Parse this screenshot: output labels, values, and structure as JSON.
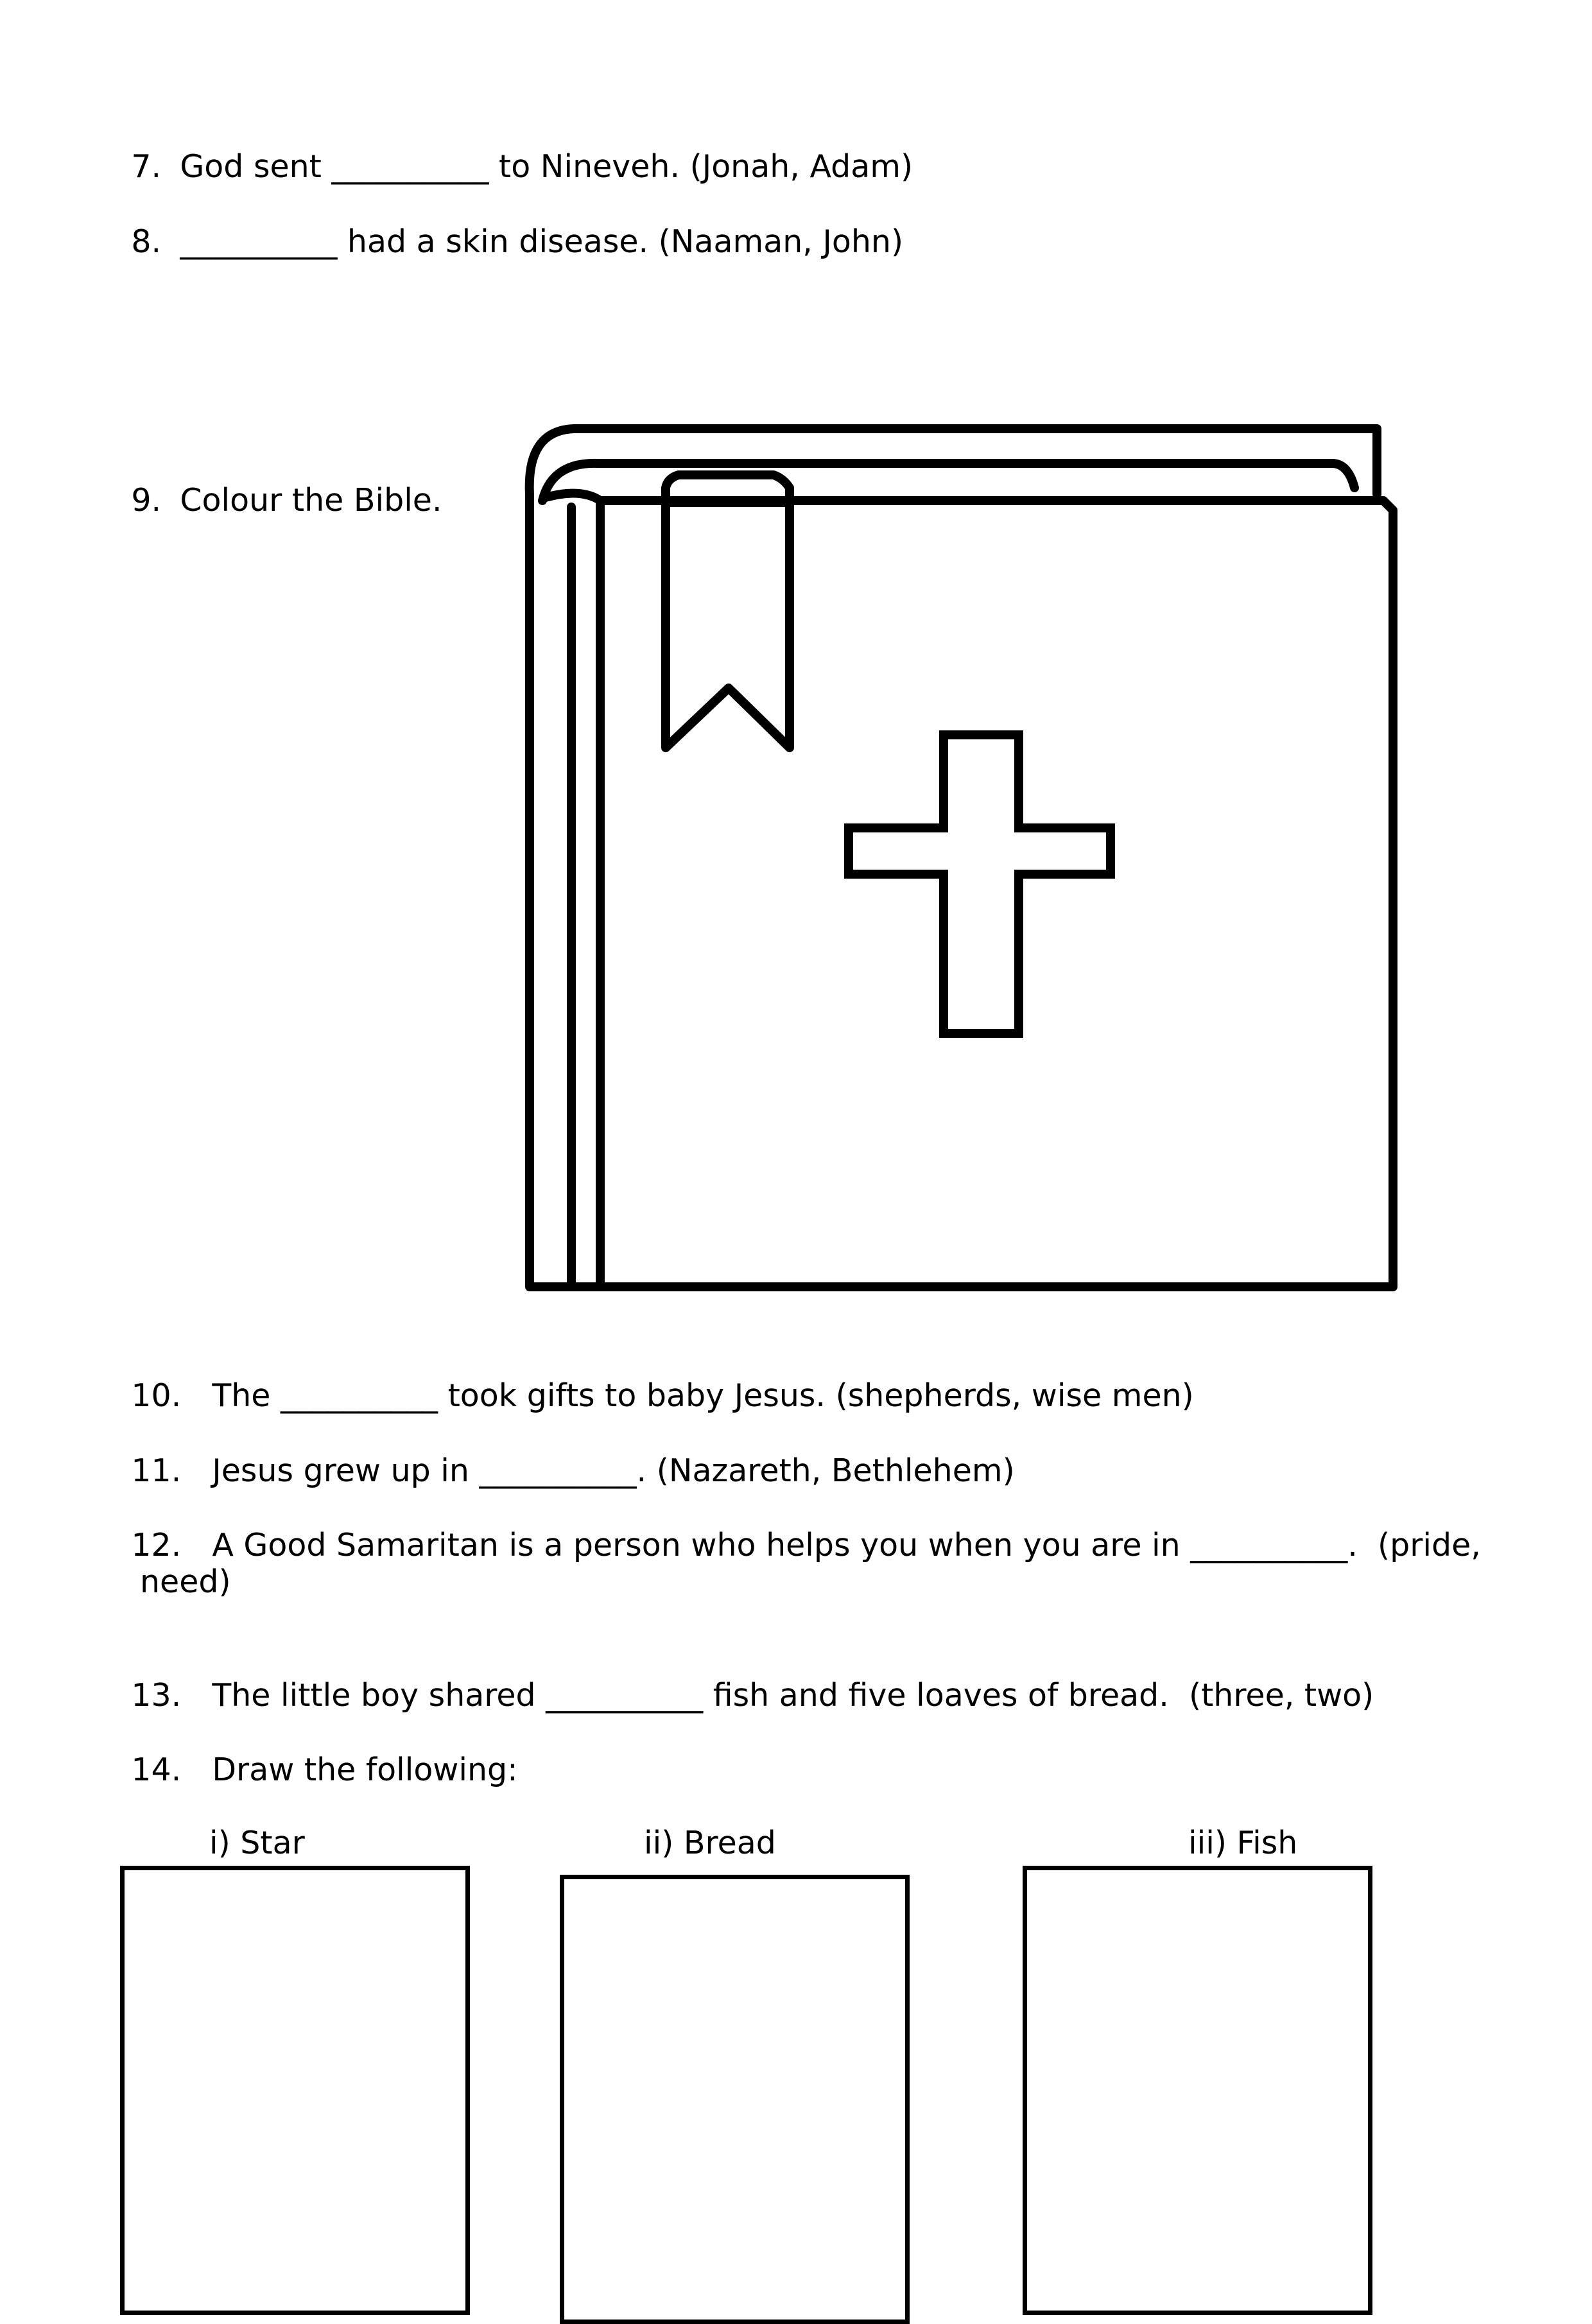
{
  "questions": [
    {
      "num": "7.",
      "text": "God sent __________ to Nineveh. (Jonah, Adam)"
    },
    {
      "num": "8.",
      "text": "__________ had a skin disease. (Naaman, John)"
    },
    {
      "num": "9.",
      "text": "Colour the Bible."
    },
    {
      "num": "10.",
      "text": "The __________ took gifts to baby Jesus. (shepherds, wise men)"
    },
    {
      "num": "11.",
      "text": "Jesus grew up in __________. (Nazareth, Bethlehem)"
    },
    {
      "num": "12.",
      "text": "A Good Samaritan is a person who helps you when you are in __________.  (pride,",
      "continuation": "need)"
    },
    {
      "num": "13.",
      "text": "The little boy shared __________ fish and five loaves of bread.  (three, two)"
    },
    {
      "num": "14.",
      "text": "Draw the following:"
    }
  ],
  "drawing_boxes": [
    {
      "label": "i) Star"
    },
    {
      "label": "ii) Bread"
    },
    {
      "label": "iii) Fish"
    }
  ]
}
